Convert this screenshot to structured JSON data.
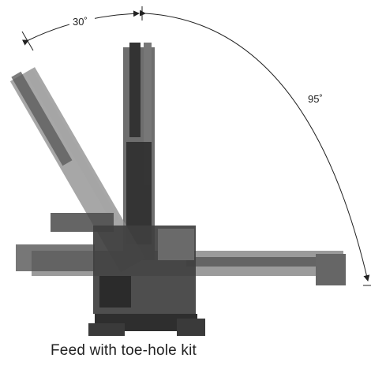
{
  "diagram": {
    "angle_left_label": "30˚",
    "angle_right_label": "95˚",
    "caption": "Feed with toe-hole kit",
    "colors": {
      "machine_dark": "#3a3a3a",
      "machine_mid": "#6d6d6d",
      "machine_light": "#a9a9a9",
      "line": "#222222"
    }
  }
}
